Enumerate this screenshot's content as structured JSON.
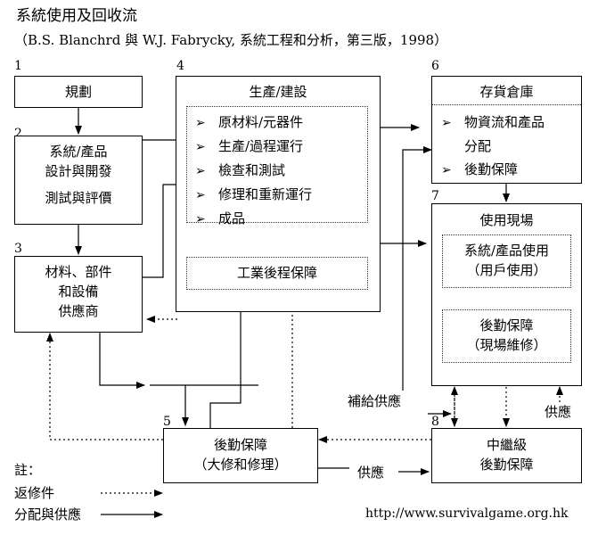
{
  "title": "系統使用及回收流",
  "subtitle": "（B.S. Blanchrd 與 W.J. Fabrycky, 系統工程和分析，第三版，1998）",
  "nums": [
    "1",
    "2",
    "3",
    "4",
    "5",
    "6",
    "7",
    "8"
  ],
  "box1": "規劃",
  "box2": {
    "line1": "系統/產品",
    "line2": "設計與開發",
    "line3": "測試與評價"
  },
  "box3": {
    "line1": "材料、部件",
    "line2": "和設備",
    "line3": "供應商"
  },
  "box4": {
    "title": "生產/建設",
    "items": [
      "原材料/元器件",
      "生產/過程運行",
      "檢查和測試",
      "修理和重新運行",
      "成品"
    ],
    "support": "工業後程保障"
  },
  "box5": {
    "line1": "後勤保障",
    "line2": "（大修和修理）"
  },
  "box6": {
    "title": "存貨倉庫",
    "item1a": "物資流和產品",
    "item1b": "分配",
    "item2": "後勤保障"
  },
  "box7": {
    "title": "使用現場",
    "sub1": {
      "line1": "系統/產品使用",
      "line2": "（用戶使用）"
    },
    "sub2": {
      "line1": "後勤保障",
      "line2": "（現場維修）"
    }
  },
  "box8": {
    "line1": "中繼級",
    "line2": "後勤保障"
  },
  "labels": {
    "replenish": "補給供應",
    "supply_right": "供應",
    "supply_bottom": "供應"
  },
  "legend": {
    "note": "註：",
    "return": "返修件",
    "distribute": "分配與供應"
  },
  "bullet": "➢",
  "url": "http://www.survivalgame.org.hk"
}
